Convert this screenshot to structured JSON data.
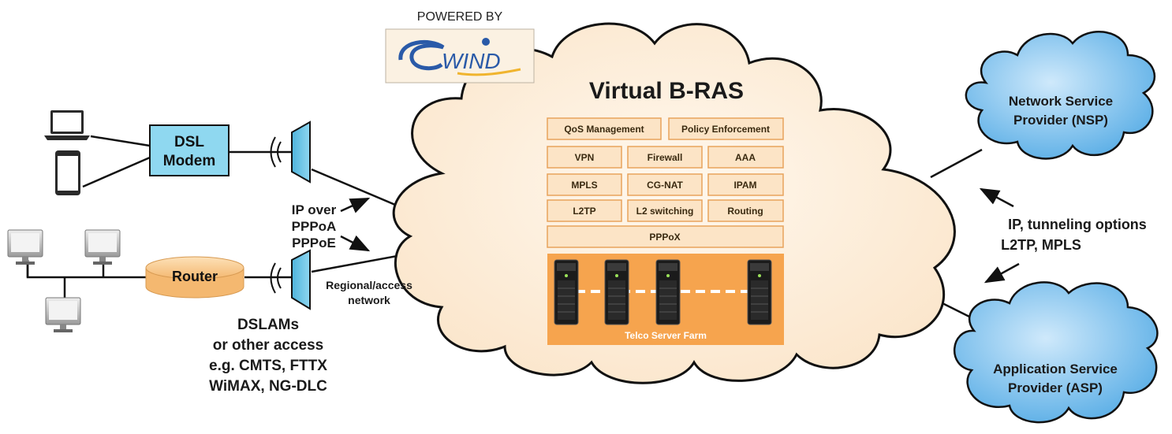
{
  "logo": {
    "powered_by": "POWERED BY",
    "brand": "6WIND"
  },
  "main_cloud": {
    "title": "Virtual B-RAS"
  },
  "modules": {
    "qos": "QoS Management",
    "policy": "Policy Enforcement",
    "vpn": "VPN",
    "firewall": "Firewall",
    "aaa": "AAA",
    "mpls": "MPLS",
    "cgnat": "CG-NAT",
    "ipam": "IPAM",
    "l2tp": "L2TP",
    "l2switching": "L2 switching",
    "routing": "Routing",
    "pppox": "PPPoX"
  },
  "server_farm": {
    "label": "Telco Server Farm"
  },
  "dsl_modem": {
    "line1": "DSL",
    "line2": "Modem"
  },
  "router": {
    "label": "Router"
  },
  "ip_over": {
    "line1": "IP over",
    "line2": "PPPoA",
    "line3": "PPPoE"
  },
  "regional": {
    "line1": "Regional/access",
    "line2": "network"
  },
  "dslams": {
    "line1": "DSLAMs",
    "line2": "or other access",
    "line3": "e.g. CMTS, FTTX",
    "line4": "WiMAX, NG-DLC"
  },
  "nsp": {
    "line1": "Network Service",
    "line2": "Provider (NSP)"
  },
  "asp": {
    "line1": "Application Service",
    "line2": "Provider (ASP)"
  },
  "tunneling": {
    "line1": "IP, tunneling options",
    "line2": "L2TP, MPLS"
  },
  "colors": {
    "cloud_fill": "#fdf1e2",
    "module_fill": "#fce4c6",
    "module_stroke": "#e8a35c",
    "server_farm": "#f6a44e",
    "dsl_modem": "#8fd8f0",
    "router": "#f9c98a",
    "provider_cloud": "#8ec8ee"
  }
}
